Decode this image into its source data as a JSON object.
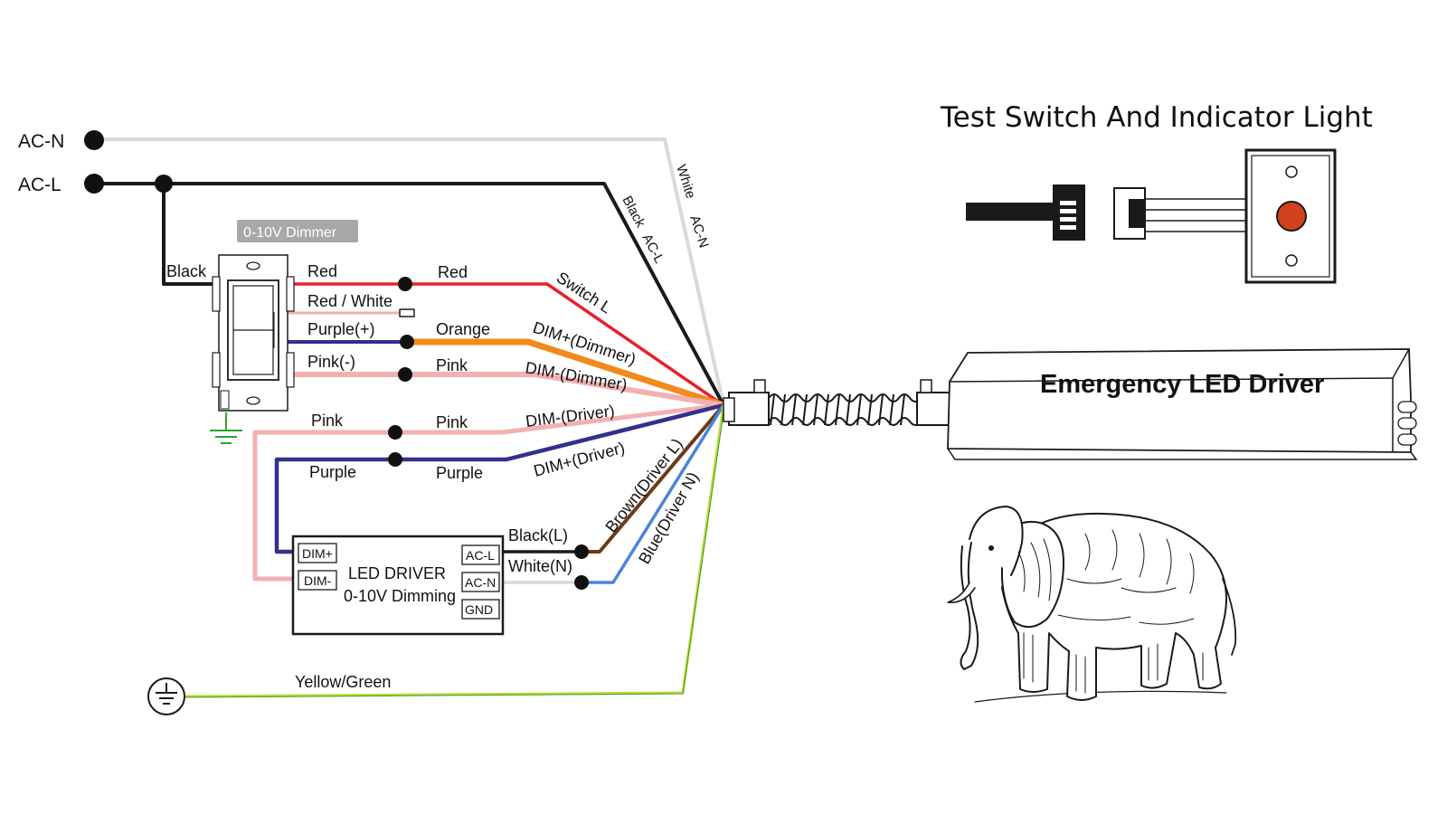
{
  "colors": {
    "red": "#e8202a",
    "orange": "#f28a1c",
    "pink": "#f2b1b1",
    "purple": "#33308c",
    "black": "#1a1a1a",
    "white_wire": "#d9d9d9",
    "brown": "#6b3a16",
    "blue": "#4a86d6",
    "yellow_green": "#c8d63a",
    "indicator": "#d2401c",
    "ground_green": "#2aa52a"
  },
  "supply": {
    "ac_n": "AC-N",
    "ac_l": "AC-L"
  },
  "dimmer": {
    "tag": "0-10V Dimmer",
    "black_in": "Black",
    "red": "Red",
    "red_white": "Red / White",
    "purple": "Purple(+)",
    "pink": "Pink(-)"
  },
  "wires": {
    "red": "Red",
    "orange": "Orange",
    "pink_top": "Pink",
    "pink_left": "Pink",
    "pink_mid": "Pink",
    "purple_left": "Purple",
    "purple_mid": "Purple",
    "black_l": "Black(L)",
    "white_n": "White(N)",
    "ground": "Yellow/Green"
  },
  "harness": {
    "white_acn_a": "White",
    "white_acn_b": "AC-N",
    "black_acl_a": "Black",
    "black_acl_b": "AC-L",
    "switch_l": "Switch L",
    "dim_plus_dimmer": "DIM+(Dimmer)",
    "dim_minus_dimmer": "DIM-(Dimmer)",
    "dim_minus_driver": "DIM-(Driver)",
    "dim_plus_driver": "DIM+(Driver)",
    "brown_driver_l": "Brown(Driver L)",
    "blue_driver_n": "Blue(Driver N)"
  },
  "led_driver": {
    "title": "LED DRIVER",
    "subtitle": "0-10V Dimming",
    "terminals_left": [
      "DIM+",
      "DIM-"
    ],
    "terminals_right": [
      "AC-L",
      "AC-N",
      "GND"
    ]
  },
  "test_switch": {
    "title": "Test Switch And Indicator Light"
  },
  "emergency_driver": {
    "title": "Emergency LED Driver"
  },
  "icons": {
    "ground_symbol": "ground-icon",
    "earth_symbol": "earth-ground-icon",
    "elephant": "elephant-illustration"
  }
}
